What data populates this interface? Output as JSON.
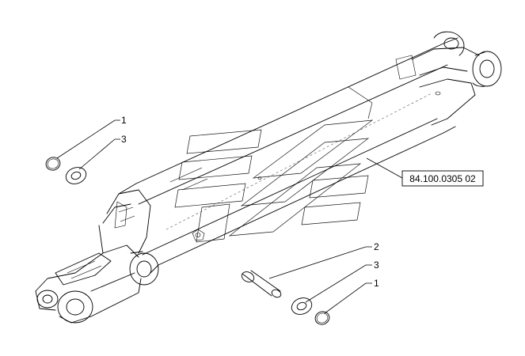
{
  "diagram": {
    "reference_code": "84.100.0305 02",
    "callouts": [
      {
        "id": "c1a",
        "label": "1"
      },
      {
        "id": "c3a",
        "label": "3"
      },
      {
        "id": "c2",
        "label": "2"
      },
      {
        "id": "c3b",
        "label": "3"
      },
      {
        "id": "c1b",
        "label": "1"
      }
    ]
  }
}
